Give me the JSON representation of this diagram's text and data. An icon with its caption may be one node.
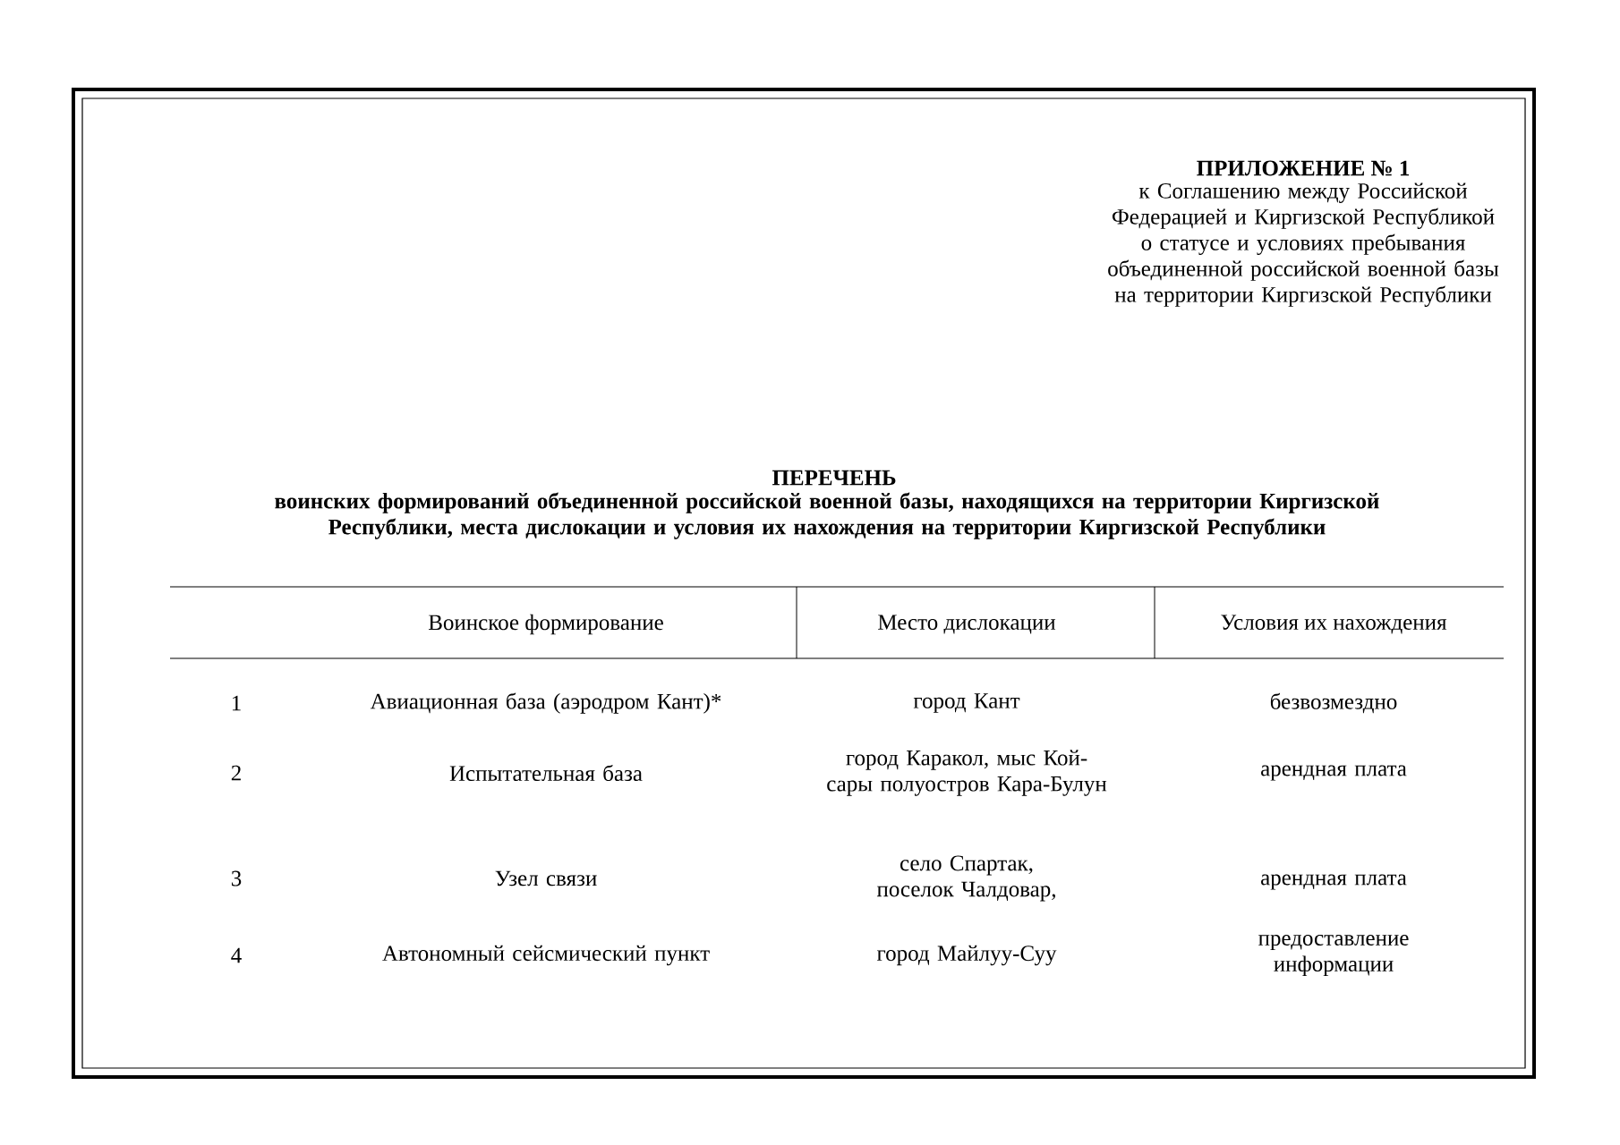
{
  "diagram": {
    "title": "ПЕРЕЧЕНЬ",
    "labels": [
      "ПРИЛОЖЕНИЕ № 1",
      "к Соглашению между Российской Федерацией и Киргизской Республикой о статусе и условиях пребывания объединенной российской военной базы на территории Киргизской Республики",
      "воинских формирований объединенной российской военной базы, находящихся на территории Киргизской Республики, места дислокации и условия их нахождения на территории Киргизской Республики",
      "Воинское формирование",
      "Место дислокации",
      "Условия их нахождения",
      "1",
      "Авиационная база (аэродром Кант)*",
      "город Кант",
      "безвозмездно",
      "2",
      "Испытательная база",
      "город Каракол, мыс Кой-сары полуостров Кара-Булун",
      "арендная плата",
      "3",
      "Узел связи",
      "село Спартак, поселок Чалдовар,",
      "арендная плата",
      "4",
      "Автономный сейсмический пункт",
      "город Майлуу-Суу",
      "предоставление информации"
    ]
  }
}
